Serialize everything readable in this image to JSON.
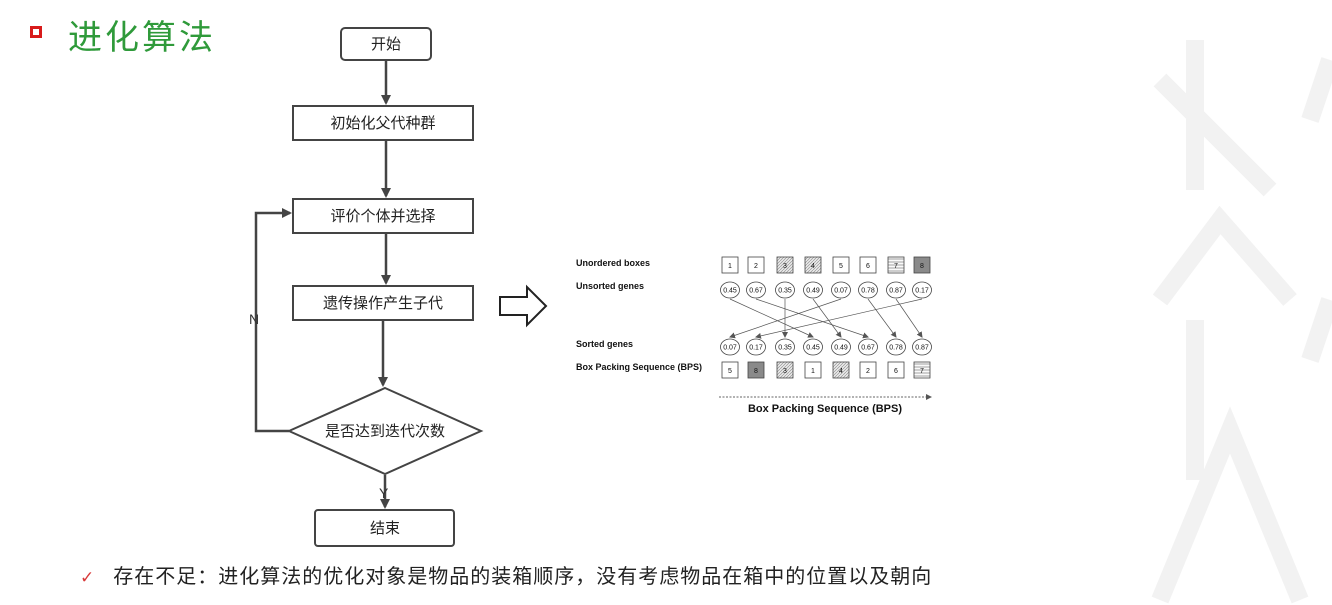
{
  "title": "进化算法",
  "flowchart": {
    "start": "开始",
    "init": "初始化父代种群",
    "evaluate": "评价个体并选择",
    "genetic_ops": "遗传操作产生子代",
    "condition": "是否达到迭代次数",
    "no_label": "N",
    "yes_label": "Y",
    "end": "结束"
  },
  "bps": {
    "unordered_label": "Unordered boxes",
    "unsorted_label": "Unsorted genes",
    "sorted_label": "Sorted genes",
    "sequence_label": "Box Packing Sequence (BPS)",
    "axis_label": "Box Packing Sequence (BPS)",
    "boxes": [
      "1",
      "2",
      "3",
      "4",
      "5",
      "6",
      "7",
      "8"
    ],
    "unsorted_genes": [
      "0.45",
      "0.67",
      "0.35",
      "0.49",
      "0.07",
      "0.78",
      "0.87",
      "0.17"
    ],
    "sorted_genes": [
      "0.07",
      "0.17",
      "0.35",
      "0.45",
      "0.49",
      "0.67",
      "0.78",
      "0.87"
    ],
    "sequence": [
      "5",
      "8",
      "3",
      "1",
      "4",
      "2",
      "6",
      "7"
    ]
  },
  "footer": {
    "text": "存在不足：进化算法的优化对象是物品的装箱顺序，没有考虑物品在箱中的位置以及朝向"
  }
}
